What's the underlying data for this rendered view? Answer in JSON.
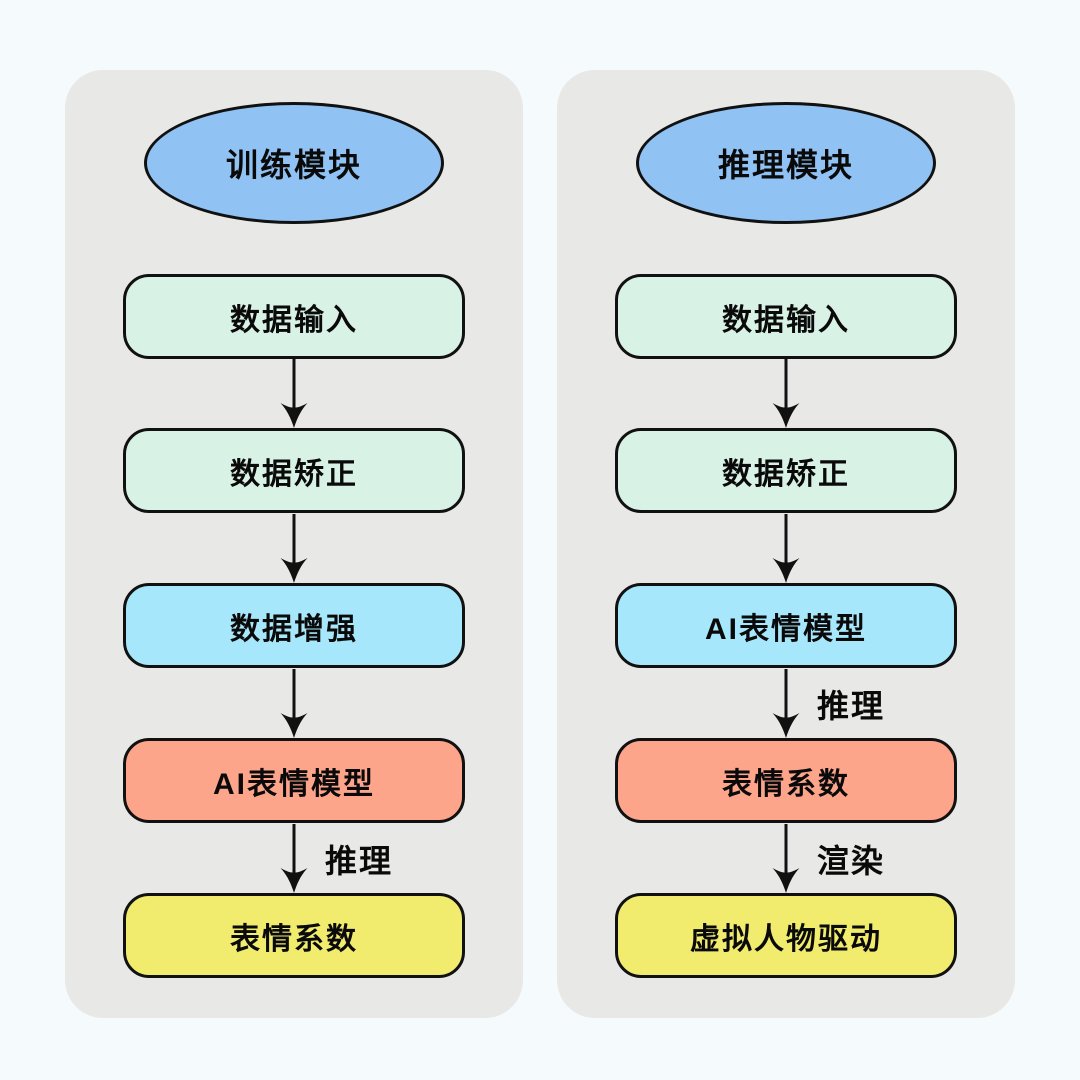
{
  "palette": {
    "page_background": "#F5FAFD",
    "panel_background": "#E8E8E6",
    "ellipse_fill": "#90C2F4",
    "node_green": "#D9F2E6",
    "node_cyan": "#A7E7FB",
    "node_salmon": "#FCA58B",
    "node_yellow": "#F1EB6E",
    "stroke": "#111111"
  },
  "diagram": {
    "panels": [
      {
        "title": {
          "label": "训练模块",
          "shape": "ellipse"
        },
        "nodes": [
          {
            "label": "数据输入",
            "color": "green"
          },
          {
            "label": "数据矫正",
            "color": "green"
          },
          {
            "label": "数据增强",
            "color": "cyan"
          },
          {
            "label": "AI表情模型",
            "color": "salmon"
          },
          {
            "label": "表情系数",
            "color": "yellow"
          }
        ],
        "edges": [
          {
            "label": ""
          },
          {
            "label": ""
          },
          {
            "label": ""
          },
          {
            "label": "推理"
          }
        ]
      },
      {
        "title": {
          "label": "推理模块",
          "shape": "ellipse"
        },
        "nodes": [
          {
            "label": "数据输入",
            "color": "green"
          },
          {
            "label": "数据矫正",
            "color": "green"
          },
          {
            "label": "AI表情模型",
            "color": "cyan"
          },
          {
            "label": "表情系数",
            "color": "salmon"
          },
          {
            "label": "虚拟人物驱动",
            "color": "yellow"
          }
        ],
        "edges": [
          {
            "label": ""
          },
          {
            "label": ""
          },
          {
            "label": "推理"
          },
          {
            "label": "渲染"
          }
        ]
      }
    ]
  }
}
